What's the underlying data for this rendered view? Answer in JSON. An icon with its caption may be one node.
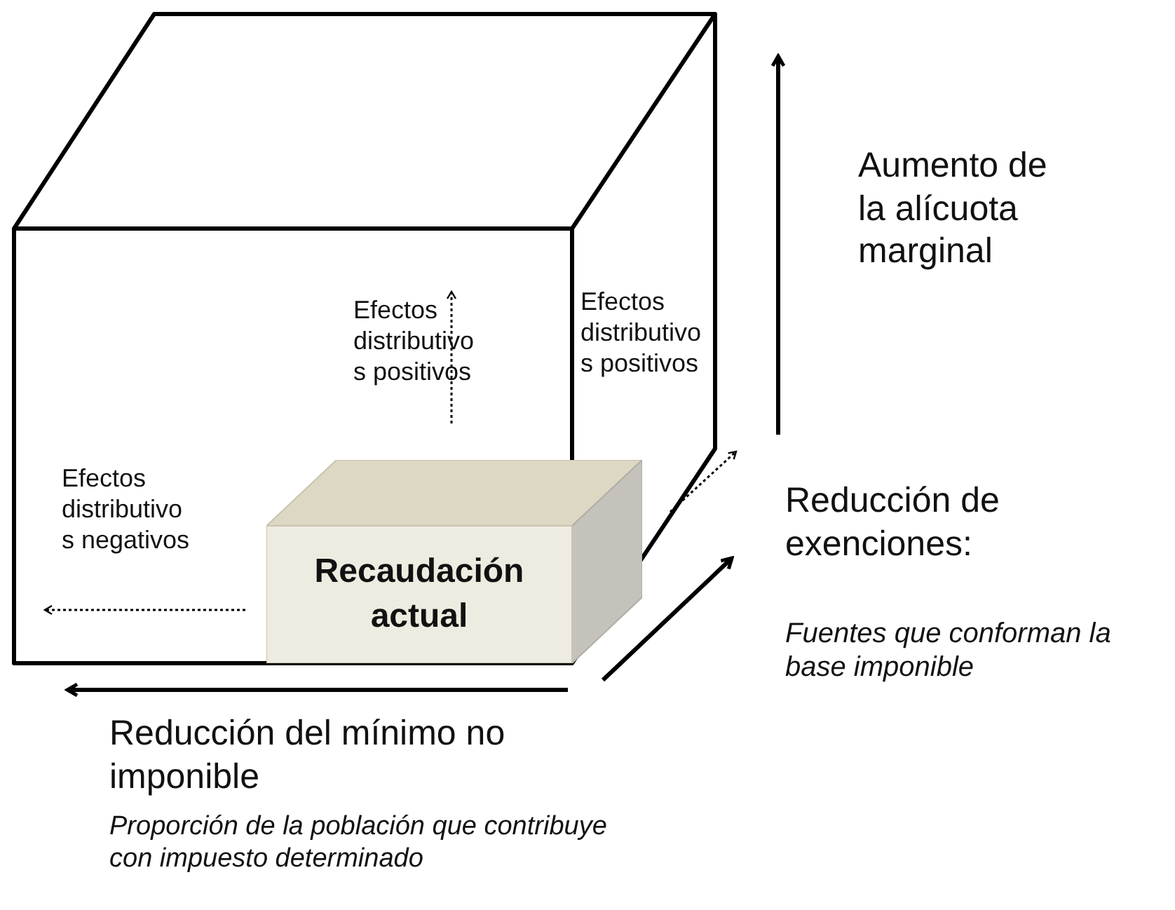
{
  "diagram": {
    "nodes": [
      {
        "text": [
          "Recaudación actual"
        ]
      }
    ],
    "edges": [],
    "labels": [
      "Aumento de la alícuota marginal",
      "Efectos distributivo s positivos",
      "Efectos distributivo s positivos",
      "Efectos distributivo s negativos",
      "Reducción de exenciones:",
      "Fuentes que conforman la base imponible",
      "Reducción del mínimo no imponible",
      "Proporción de la población que contribuye con impuesto determinado"
    ]
  }
}
